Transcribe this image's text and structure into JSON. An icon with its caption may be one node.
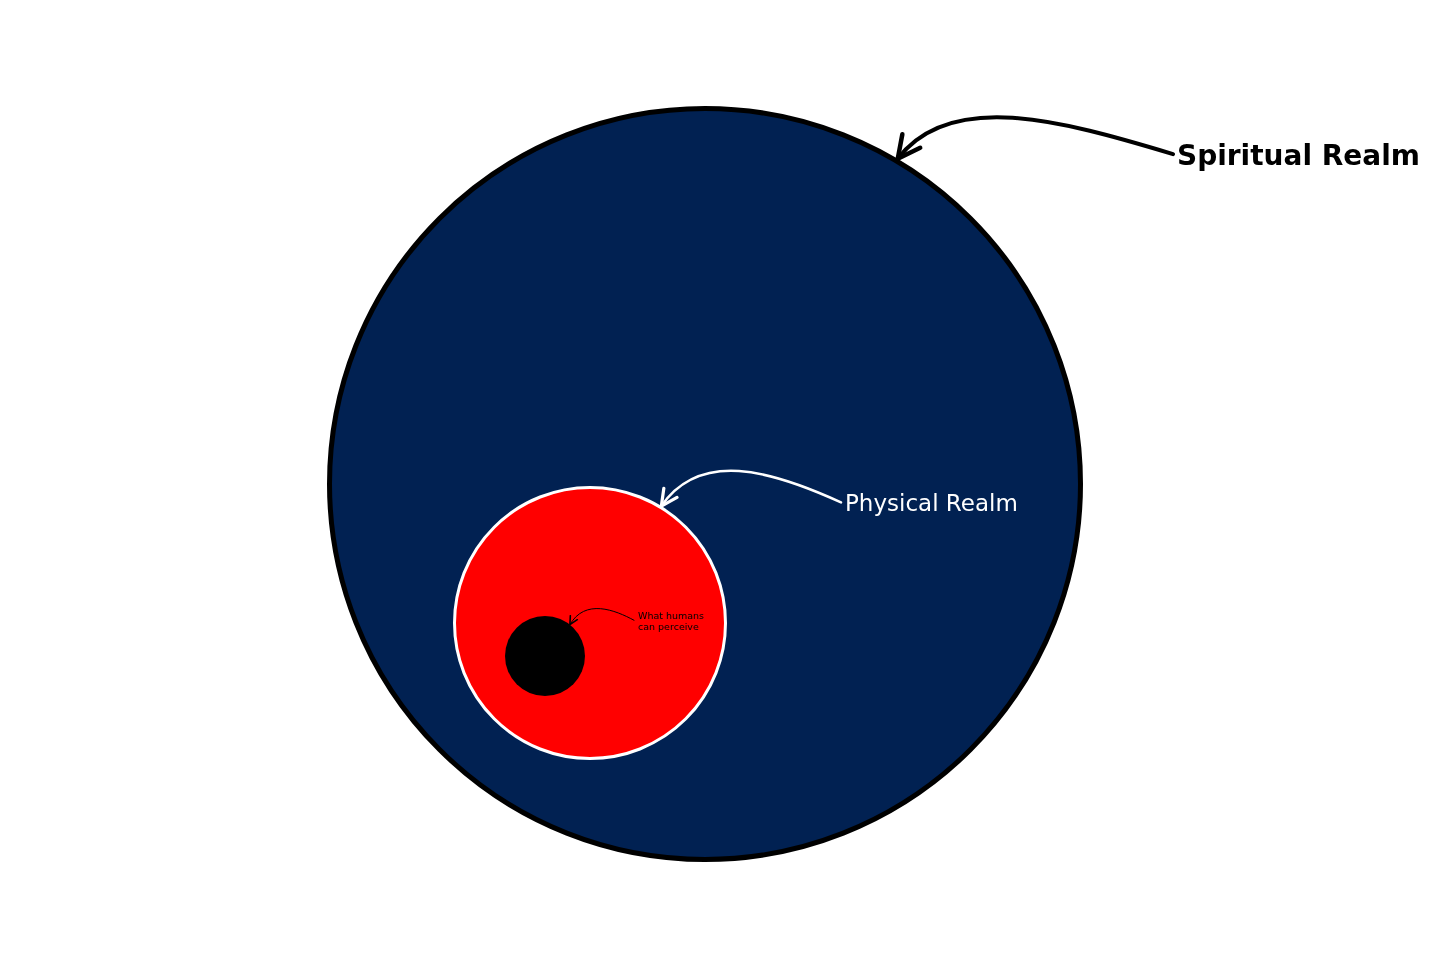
{
  "diagram": {
    "nodes": [
      {
        "text": [],
        "shape": "circle"
      },
      {
        "text": [
          "Spiritual Realm"
        ]
      },
      {
        "text": [],
        "shape": "circle",
        "in": 0
      },
      {
        "text": [
          "Physical Realm"
        ],
        "in": 0
      },
      {
        "text": [],
        "shape": "circle",
        "in": 2
      },
      {
        "text": [
          "What humans can perceive"
        ],
        "in": 2
      }
    ],
    "edges": [
      {
        "from": 1,
        "to": 0,
        "arrow": "to"
      },
      {
        "from": 3,
        "to": 2,
        "arrow": "to",
        "color": "#ffffff"
      },
      {
        "from": 5,
        "to": 4,
        "arrow": "to"
      }
    ]
  }
}
